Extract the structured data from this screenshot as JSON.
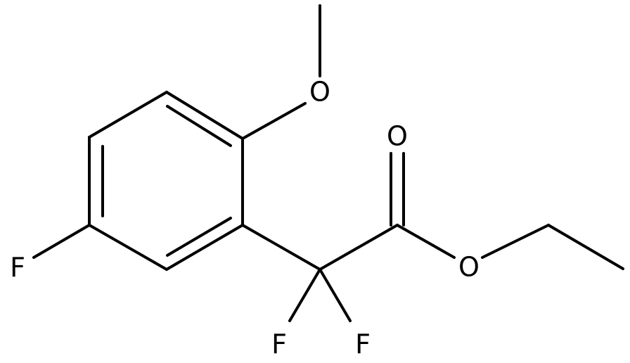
{
  "structure": {
    "atoms": {
      "o_methoxy": "O",
      "f_ring": "F",
      "o_carbonyl": "O",
      "o_ester": "O",
      "f_left": "F",
      "f_right": "F"
    }
  },
  "colors": {
    "bond": "#000000",
    "label": "#000000",
    "background": "#ffffff"
  }
}
